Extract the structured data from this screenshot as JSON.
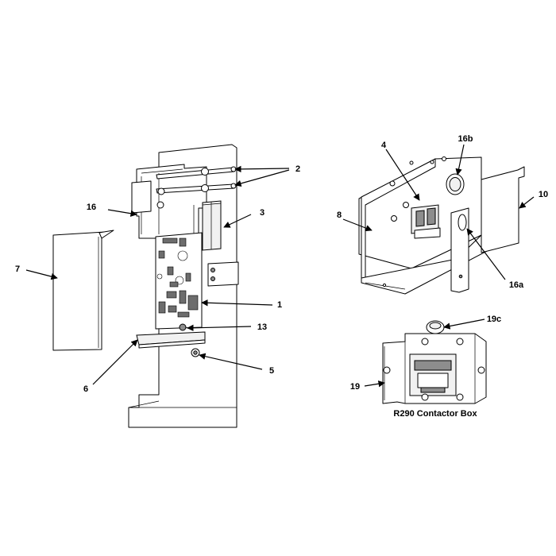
{
  "callouts": {
    "c1": "1",
    "c2": "2",
    "c3": "3",
    "c4": "4",
    "c5": "5",
    "c6": "6",
    "c7": "7",
    "c8": "8",
    "c10": "10",
    "c13": "13",
    "c16": "16",
    "c16a": "16a",
    "c16b": "16b",
    "c19": "19",
    "c19c": "19c"
  },
  "caption": "R290 Contactor Box"
}
